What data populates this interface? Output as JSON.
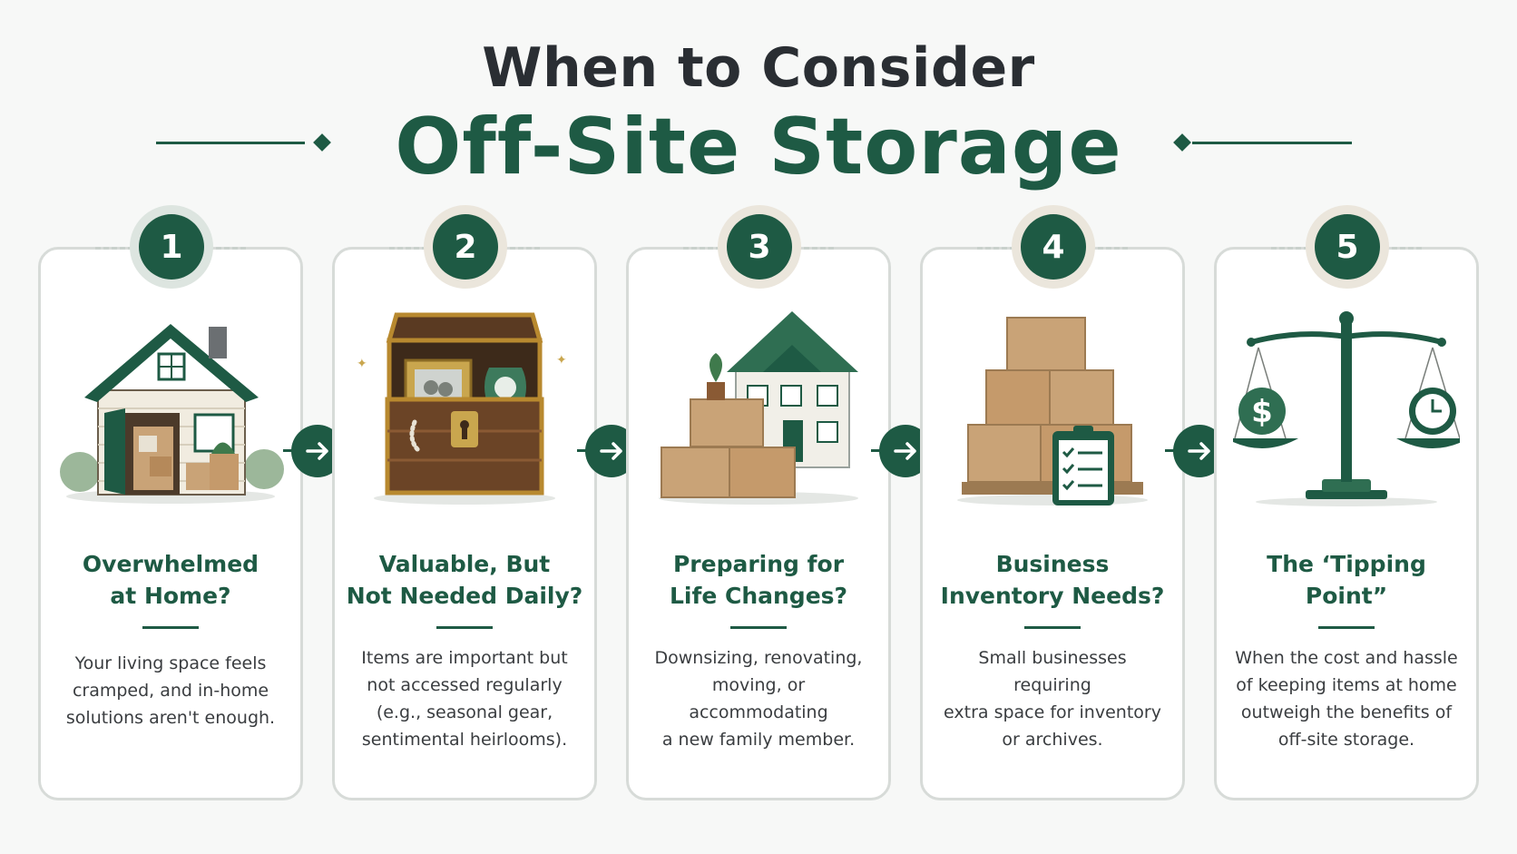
{
  "header": {
    "line1": "When to Consider",
    "line2": "Off-Site Storage"
  },
  "colors": {
    "brand_green": "#1e5a44",
    "card_border": "#d7dbd8",
    "background": "#f7f8f7"
  },
  "steps": [
    {
      "number": "1",
      "title_line1": "Overwhelmed",
      "title_line2": "at Home?",
      "desc": [
        "Your living space feels",
        "cramped, and in-home",
        "solutions aren't enough."
      ],
      "icon": "cluttered-house-icon"
    },
    {
      "number": "2",
      "title_line1": "Valuable, But",
      "title_line2": "Not Needed Daily?",
      "desc": [
        "Items are important but",
        "not accessed regularly",
        "(e.g., seasonal gear,",
        "sentimental heirlooms)."
      ],
      "icon": "treasure-chest-icon"
    },
    {
      "number": "3",
      "title_line1": "Preparing for",
      "title_line2": "Life Changes?",
      "desc": [
        "Downsizing, renovating,",
        "moving, or accommodating",
        "a new family member."
      ],
      "icon": "house-with-boxes-icon"
    },
    {
      "number": "4",
      "title_line1": "Business",
      "title_line2": "Inventory Needs?",
      "desc": [
        "Small businesses requiring",
        "extra space for inventory",
        "or archives."
      ],
      "icon": "stacked-boxes-clipboard-icon"
    },
    {
      "number": "5",
      "title_line1": "The ‘Tipping",
      "title_line2": "Point”",
      "desc": [
        "When the cost and hassle",
        "of keeping items at home",
        "outweigh the benefits of",
        "off-site storage."
      ],
      "icon": "balance-scale-icon"
    }
  ]
}
